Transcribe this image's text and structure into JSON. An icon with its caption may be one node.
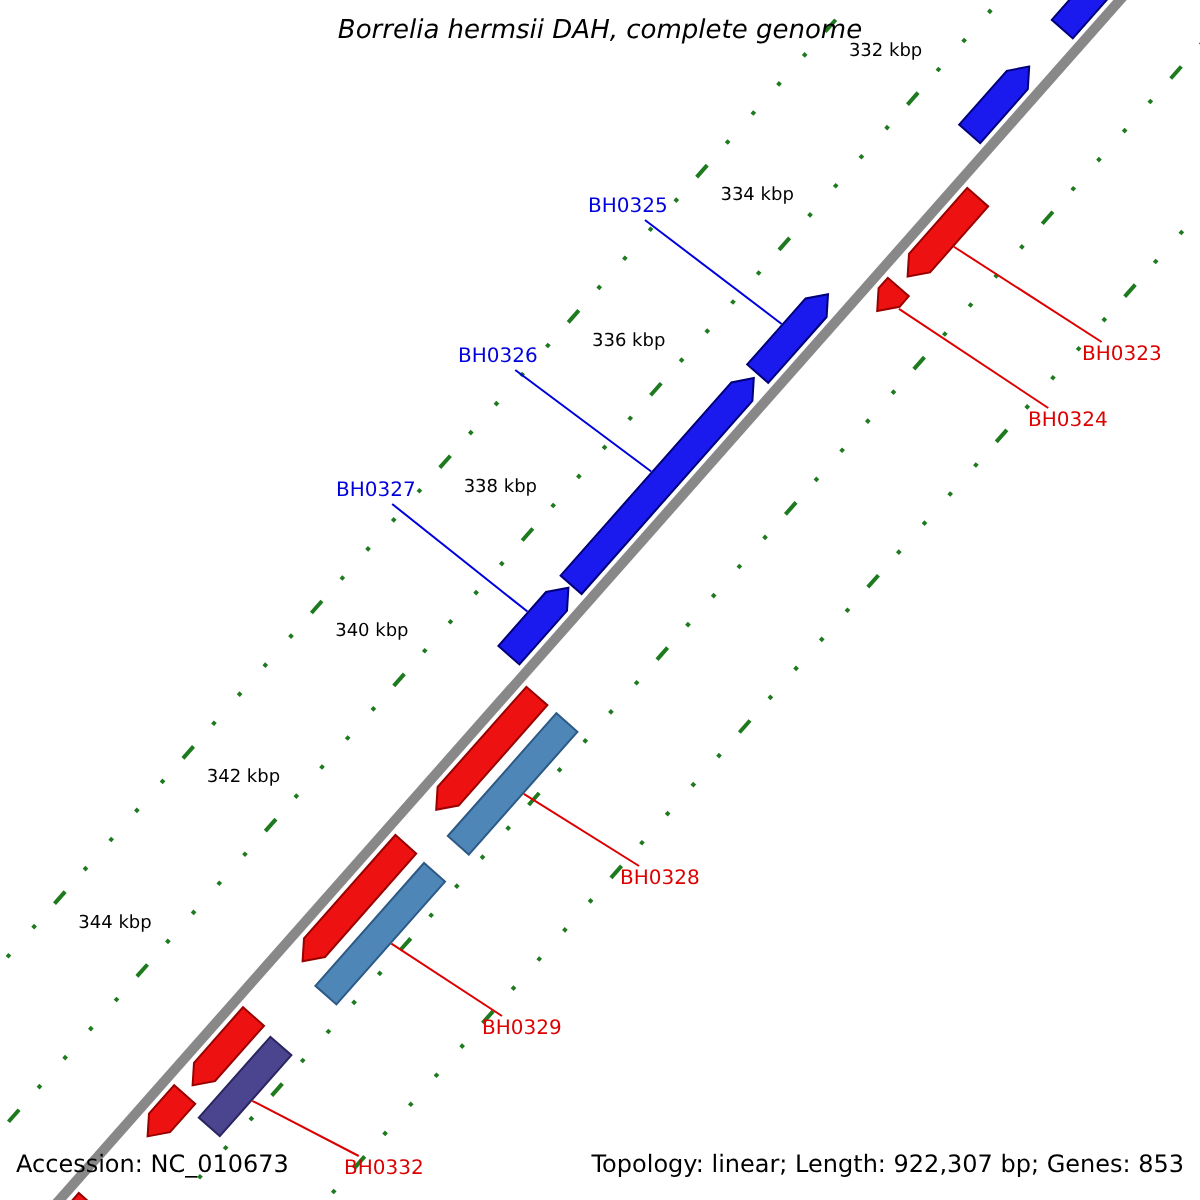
{
  "diagram": {
    "title": "Borrelia hermsii DAH, complete genome",
    "nodes": [
      {
        "text": [
          "BH0325"
        ]
      },
      {
        "text": [
          "BH0326"
        ]
      },
      {
        "text": [
          "BH0327"
        ]
      },
      {
        "text": [
          "BH0323"
        ]
      },
      {
        "text": [
          "BH0324"
        ]
      },
      {
        "text": [
          "BH0328"
        ]
      },
      {
        "text": [
          "BH0329"
        ]
      },
      {
        "text": [
          "BH0332"
        ]
      },
      {
        "text": [],
        "shape": "pentagon"
      },
      {
        "text": [],
        "shape": "pentagon"
      },
      {
        "text": [],
        "shape": "pentagon"
      },
      {
        "text": [],
        "shape": "pentagon"
      },
      {
        "text": [],
        "shape": "pentagon"
      },
      {
        "text": [],
        "shape": "pentagon"
      },
      {
        "text": [],
        "shape": "pentagon"
      },
      {
        "text": [],
        "shape": "pentagon"
      },
      {
        "text": [],
        "shape": "bar"
      },
      {
        "text": [],
        "shape": "pentagon"
      },
      {
        "text": [],
        "shape": "bar"
      },
      {
        "text": [],
        "shape": "pentagon"
      },
      {
        "text": [],
        "shape": "pentagon"
      },
      {
        "text": [],
        "shape": "bar"
      },
      {
        "text": [],
        "shape": "pentagon"
      }
    ],
    "edges": [
      {
        "from": 3,
        "to": 10,
        "arrow": "none"
      },
      {
        "from": 4,
        "to": 11,
        "arrow": "none"
      },
      {
        "from": 0,
        "to": 12,
        "arrow": "none",
        "color": "#0000dd"
      },
      {
        "from": 1,
        "to": 13,
        "arrow": "none",
        "color": "#0000dd"
      },
      {
        "from": 2,
        "to": 14,
        "arrow": "none",
        "color": "#0000dd"
      },
      {
        "from": 5,
        "to": 16,
        "arrow": "none"
      },
      {
        "from": 6,
        "to": 18,
        "arrow": "none"
      },
      {
        "from": 7,
        "to": 21,
        "arrow": "none"
      }
    ],
    "labels": [
      "332 kbp",
      "334 kbp",
      "336 kbp",
      "338 kbp",
      "340 kbp",
      "342 kbp",
      "344 kbp",
      "Accession: NC_010673",
      "Topology: linear; Length: 922,307 bp; Genes: 853"
    ]
  }
}
